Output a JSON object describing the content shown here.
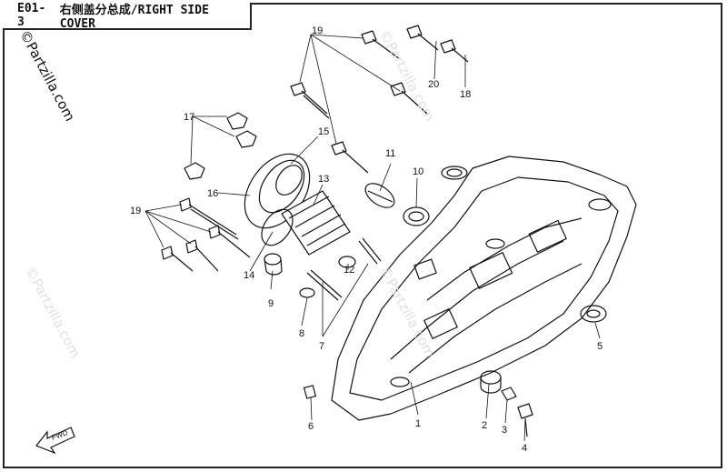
{
  "title": {
    "code": "E01-3",
    "text": "右侧盖分总成/RIGHT SIDE COVER"
  },
  "watermark": {
    "main": "©Partzilla.com",
    "faint": "©Partzilla.com"
  },
  "fwd_label": "FWD",
  "callouts": [
    "1",
    "2",
    "3",
    "4",
    "5",
    "6",
    "7",
    "8",
    "9",
    "10",
    "11",
    "12",
    "13",
    "14",
    "15",
    "16",
    "17",
    "18",
    "19",
    "19",
    "20"
  ]
}
